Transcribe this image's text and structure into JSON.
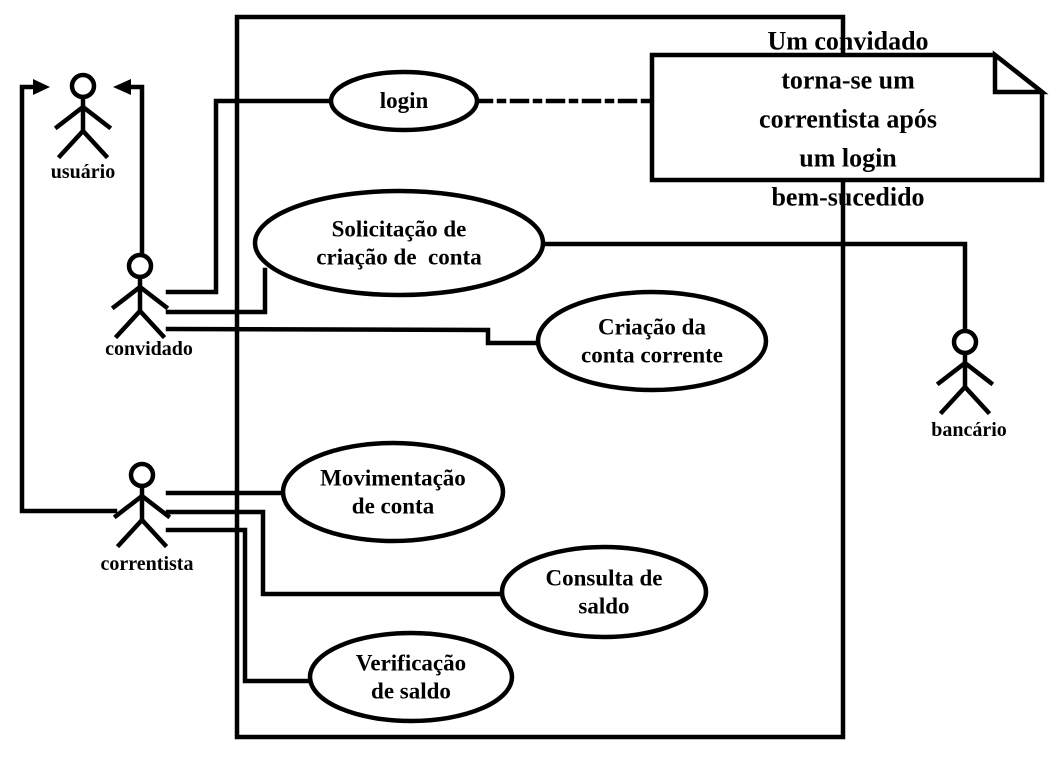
{
  "diagram_type": "uml-use-case-diagram",
  "colors": {
    "ink": "#000000",
    "background": "#ffffff"
  },
  "actors": {
    "usuario": {
      "label": "usuário"
    },
    "convidado": {
      "label": "convidado"
    },
    "correntista": {
      "label": "correntista"
    },
    "bancario": {
      "label": "bancário"
    }
  },
  "use_cases": {
    "login": {
      "label": "login"
    },
    "solicitacao": {
      "label": "Solicitação de\ncriação de  conta"
    },
    "criacao": {
      "label": "Criação da\nconta corrente"
    },
    "movimentacao": {
      "label": "Movimentação\nde conta"
    },
    "consulta": {
      "label": "Consulta de\nsaldo"
    },
    "verificacao": {
      "label": "Verificação\nde saldo"
    }
  },
  "note": {
    "text": "Um convidado torna-se um\ncorrentista após um login\nbem-sucedido"
  },
  "connections": [
    {
      "from": "convidado",
      "to": "usuario",
      "type": "generalization"
    },
    {
      "from": "correntista",
      "to": "usuario",
      "type": "generalization"
    },
    {
      "from": "convidado",
      "to": "login",
      "type": "association"
    },
    {
      "from": "convidado",
      "to": "solicitacao",
      "type": "association"
    },
    {
      "from": "convidado",
      "to": "criacao",
      "type": "association"
    },
    {
      "from": "solicitacao",
      "to": "bancario",
      "type": "association"
    },
    {
      "from": "correntista",
      "to": "movimentacao",
      "type": "association"
    },
    {
      "from": "correntista",
      "to": "consulta",
      "type": "association"
    },
    {
      "from": "correntista",
      "to": "verificacao",
      "type": "association"
    },
    {
      "from": "login",
      "to": "note",
      "type": "note-anchor"
    }
  ]
}
